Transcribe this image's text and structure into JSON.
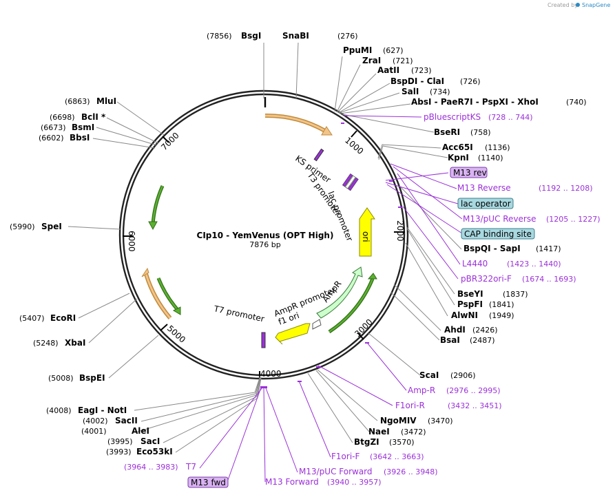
{
  "credit": {
    "prefix": "Created by",
    "brand": "SnapGene"
  },
  "map": {
    "title": "CIp10 - YemVenus (OPT High)",
    "length_label": "7876 bp",
    "length": 7876
  },
  "ticks": [
    {
      "label": "1000",
      "pos": 1000
    },
    {
      "label": "2000",
      "pos": 2000
    },
    {
      "label": "3000",
      "pos": 3000
    },
    {
      "label": "4000",
      "pos": 4000
    },
    {
      "label": "5000",
      "pos": 5000
    },
    {
      "label": "6000",
      "pos": 6000
    },
    {
      "label": "7000",
      "pos": 7000
    }
  ],
  "sites": [
    {
      "name": "BsgI",
      "pos_label": "(7856)",
      "pos": 7856,
      "pos_first": true
    },
    {
      "name": "SnaBI",
      "pos_label": "(276)",
      "pos": 276
    },
    {
      "name": "PpuMI",
      "pos_label": "(627)",
      "pos": 627
    },
    {
      "name": "ZraI",
      "pos_label": "(721)",
      "pos": 721
    },
    {
      "name": "AatII",
      "pos_label": "(723)",
      "pos": 723
    },
    {
      "name": "BspDI  -  ClaI",
      "pos_label": "(726)",
      "pos": 726
    },
    {
      "name": "SalI",
      "pos_label": "(734)",
      "pos": 734
    },
    {
      "name": "AbsI  -  PaeR7I  -  PspXI  -  XhoI",
      "pos_label": "(740)",
      "pos": 740
    },
    {
      "name": "BseRI",
      "pos_label": "(758)",
      "pos": 758
    },
    {
      "name": "Acc65I",
      "pos_label": "(1136)",
      "pos": 1136
    },
    {
      "name": "KpnI",
      "pos_label": "(1140)",
      "pos": 1140
    },
    {
      "name": "BspQI  -  SapI",
      "pos_label": "(1417)",
      "pos": 1417
    },
    {
      "name": "BseYI",
      "pos_label": "(1837)",
      "pos": 1837
    },
    {
      "name": "PspFI",
      "pos_label": "(1841)",
      "pos": 1841
    },
    {
      "name": "AlwNI",
      "pos_label": "(1949)",
      "pos": 1949
    },
    {
      "name": "AhdI",
      "pos_label": "(2426)",
      "pos": 2426
    },
    {
      "name": "BsaI",
      "pos_label": "(2487)",
      "pos": 2487
    },
    {
      "name": "ScaI",
      "pos_label": "(2906)",
      "pos": 2906
    },
    {
      "name": "NgoMIV",
      "pos_label": "(3470)",
      "pos": 3470
    },
    {
      "name": "NaeI",
      "pos_label": "(3472)",
      "pos": 3472
    },
    {
      "name": "BtgZI",
      "pos_label": "(3570)",
      "pos": 3570
    },
    {
      "name": "EagI  -  NotI",
      "pos_label": "(4008)",
      "pos": 4008,
      "pos_first": true
    },
    {
      "name": "SacII",
      "pos_label": "(4002)",
      "pos": 4002,
      "pos_first": true
    },
    {
      "name": "AleI",
      "pos_label": "(4001)",
      "pos": 4001,
      "pos_first": true
    },
    {
      "name": "SacI",
      "pos_label": "(3995)",
      "pos": 3995,
      "pos_first": true
    },
    {
      "name": "Eco53kI",
      "pos_label": "(3993)",
      "pos": 3993,
      "pos_first": true
    },
    {
      "name": "BspEI",
      "pos_label": "(5008)",
      "pos": 5008,
      "pos_first": true
    },
    {
      "name": "XbaI",
      "pos_label": "(5248)",
      "pos": 5248,
      "pos_first": true
    },
    {
      "name": "EcoRI",
      "pos_label": "(5407)",
      "pos": 5407,
      "pos_first": true
    },
    {
      "name": "SpeI",
      "pos_label": "(5990)",
      "pos": 5990,
      "pos_first": true
    },
    {
      "name": "BbsI",
      "pos_label": "(6602)",
      "pos": 6602,
      "pos_first": true
    },
    {
      "name": "BsmI",
      "pos_label": "(6673)",
      "pos": 6673,
      "pos_first": true
    },
    {
      "name": "BclI *",
      "pos_label": "(6698)",
      "pos": 6698,
      "pos_first": true
    },
    {
      "name": "MluI",
      "pos_label": "(6863)",
      "pos": 6863,
      "pos_first": true
    }
  ],
  "primers": [
    {
      "name": "pBluescriptKS",
      "range": "(728 .. 744)"
    },
    {
      "name": "M13 Reverse",
      "range": "(1192 .. 1208)"
    },
    {
      "name": "M13/pUC Reverse",
      "range": "(1205 .. 1227)"
    },
    {
      "name": "L4440",
      "range": "(1423 .. 1440)"
    },
    {
      "name": "pBR322ori-F",
      "range": "(1674 .. 1693)"
    },
    {
      "name": "Amp-R",
      "range": "(2976 .. 2995)"
    },
    {
      "name": "F1ori-R",
      "range": "(3432 .. 3451)"
    },
    {
      "name": "F1ori-F",
      "range": "(3642 .. 3663)"
    },
    {
      "name": "M13/pUC Forward",
      "range": "(3926 .. 3948)"
    },
    {
      "name": "M13 Forward",
      "range": "(3940 .. 3957)"
    },
    {
      "name": "T7",
      "range": "(3964 .. 3983)",
      "range_first": true
    }
  ],
  "boxed_labels": [
    {
      "name": "M13 rev",
      "color": "#d9b3f2",
      "border": "#7a3ea8"
    },
    {
      "name": "lac operator",
      "color": "#a8d8e0",
      "border": "#3b7f8c"
    },
    {
      "name": "CAP binding site",
      "color": "#a8d8e0",
      "border": "#3b7f8c"
    },
    {
      "name": "M13 fwd",
      "color": "#d9b3f2",
      "border": "#7a3ea8"
    }
  ],
  "features": [
    {
      "name": "KS primer"
    },
    {
      "name": "T3 promoter"
    },
    {
      "name": "lac promoter"
    },
    {
      "name": "ori",
      "color": "#ffff00"
    },
    {
      "name": "AmpR",
      "color": "#ccffcc"
    },
    {
      "name": "AmpR promoter"
    },
    {
      "name": "f1 ori"
    },
    {
      "name": "T7 promoter"
    }
  ],
  "colors": {
    "backbone": "#222222",
    "orange_feature": "#f2c48a",
    "green_feature": "#5cb030",
    "ori": "#ffff00",
    "ampr": "#ccffcc",
    "primer": "#9b30d9",
    "site_line": "#888888"
  }
}
